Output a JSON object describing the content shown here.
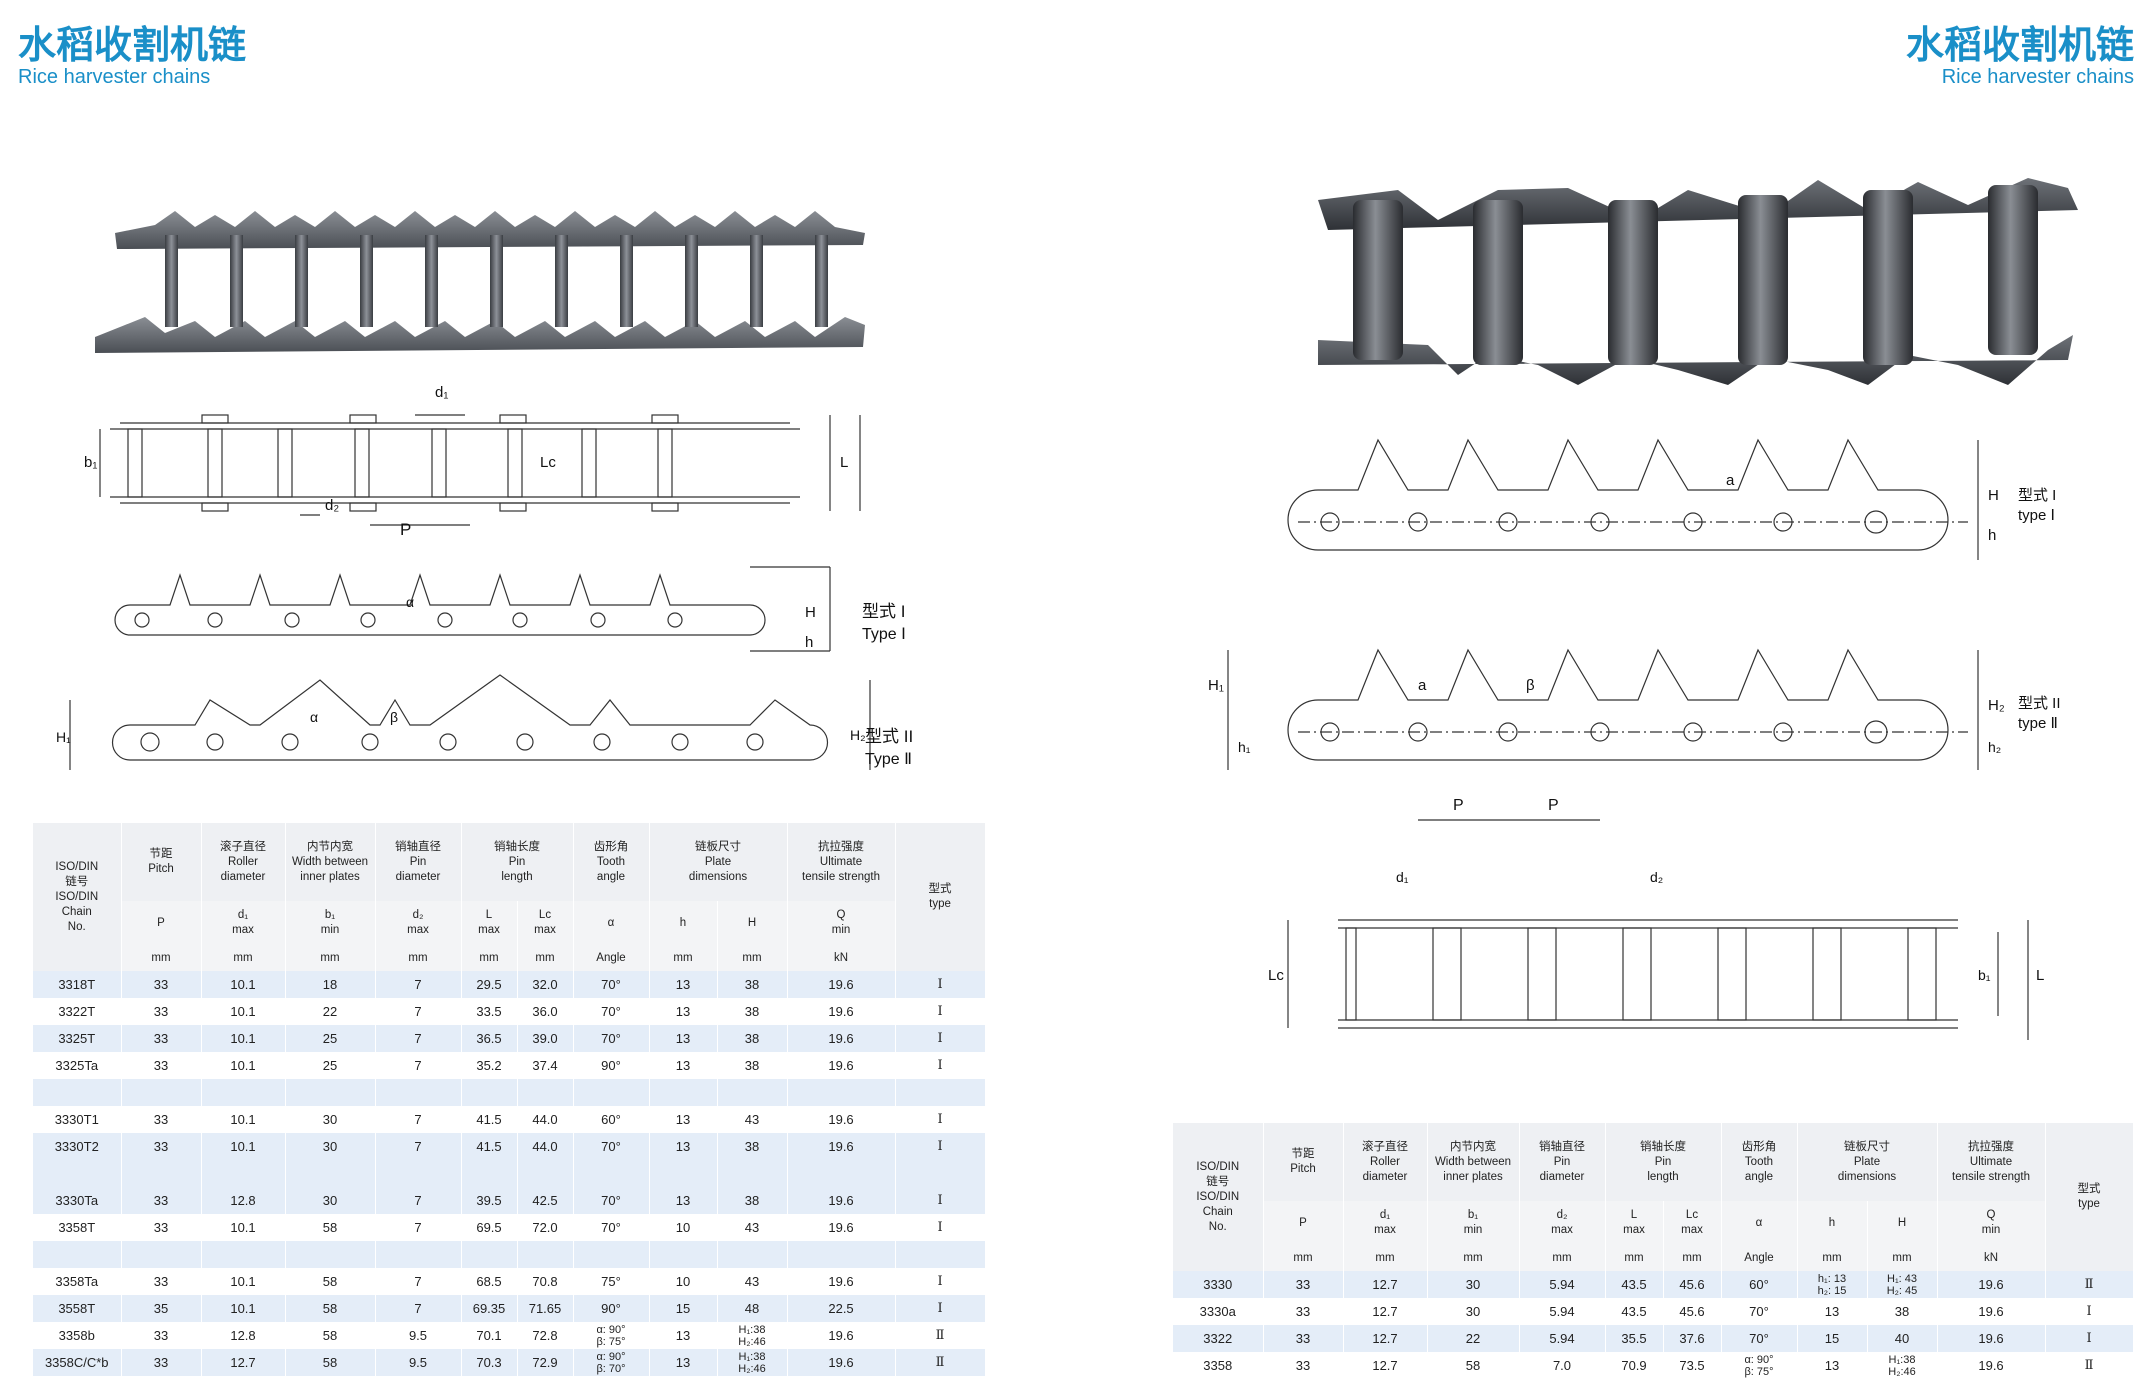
{
  "left": {
    "title_cn": "水稻收割机链",
    "title_en": "Rice harvester chains",
    "diagram_labels": {
      "b1": "b₁",
      "d1": "d₁",
      "d2": "d₂",
      "Lc": "Lc",
      "L": "L",
      "P": "P",
      "alpha": "α",
      "beta": "β",
      "H": "H",
      "h": "h",
      "H1": "H₁",
      "H2": "H₂",
      "type1_cn": "型式 I",
      "type1_en": "Type Ⅰ",
      "type2_cn": "型式 II",
      "type2_en": "Type Ⅱ"
    },
    "table": {
      "headers": {
        "chain_no": [
          "ISO/DIN",
          "链号",
          "ISO/DIN",
          "Chain",
          "No."
        ],
        "pitch": [
          "节距",
          "Pitch"
        ],
        "roller": [
          "滚子直径",
          "Roller",
          "diameter"
        ],
        "width": [
          "内节内宽",
          "Width between",
          "inner plates"
        ],
        "pin_d": [
          "销轴直径",
          "Pin",
          "diameter"
        ],
        "pin_len": [
          "销轴长度",
          "Pin",
          "length"
        ],
        "tooth": [
          "齿形角",
          "Tooth",
          "angle"
        ],
        "plate": [
          "链板尺寸",
          "Plate",
          "dimensions"
        ],
        "strength": [
          "抗拉强度",
          "Ultimate",
          "tensile strength"
        ],
        "type": [
          "型式",
          "type"
        ]
      },
      "symbols": [
        "P",
        "d₁",
        "max",
        "b₁",
        "min",
        "d₂",
        "max",
        "L",
        "max",
        "Lc",
        "max",
        "α",
        "h",
        "H",
        "Q",
        "min"
      ],
      "units": [
        "mm",
        "mm",
        "mm",
        "mm",
        "mm",
        "mm",
        "Angle",
        "mm",
        "mm",
        "kN"
      ],
      "rows": [
        [
          "3318T",
          "33",
          "10.1",
          "18",
          "7",
          "29.5",
          "32.0",
          "70°",
          "13",
          "38",
          "19.6",
          "Ⅰ"
        ],
        [
          "3322T",
          "33",
          "10.1",
          "22",
          "7",
          "33.5",
          "36.0",
          "70°",
          "13",
          "38",
          "19.6",
          "Ⅰ"
        ],
        [
          "3325T",
          "33",
          "10.1",
          "25",
          "7",
          "36.5",
          "39.0",
          "70°",
          "13",
          "38",
          "19.6",
          "Ⅰ"
        ],
        [
          "3325Ta",
          "33",
          "10.1",
          "25",
          "7",
          "35.2",
          "37.4",
          "90°",
          "13",
          "38",
          "19.6",
          "Ⅰ"
        ],
        [
          "",
          "",
          "",
          "",
          "",
          "",
          "",
          "",
          "",
          "",
          "",
          ""
        ],
        [
          "3330T1",
          "33",
          "10.1",
          "30",
          "7",
          "41.5",
          "44.0",
          "60°",
          "13",
          "43",
          "19.6",
          "Ⅰ"
        ],
        [
          "3330T2",
          "33",
          "10.1",
          "30",
          "7",
          "41.5",
          "44.0",
          "70°",
          "13",
          "38",
          "19.6",
          "Ⅰ"
        ],
        [
          "",
          "",
          "",
          "",
          "",
          "",
          "",
          "",
          "",
          "",
          "",
          ""
        ],
        [
          "3330Ta",
          "33",
          "12.8",
          "30",
          "7",
          "39.5",
          "42.5",
          "70°",
          "13",
          "38",
          "19.6",
          "Ⅰ"
        ],
        [
          "3358T",
          "33",
          "10.1",
          "58",
          "7",
          "69.5",
          "72.0",
          "70°",
          "10",
          "43",
          "19.6",
          "Ⅰ"
        ],
        [
          "",
          "",
          "",
          "",
          "",
          "",
          "",
          "",
          "",
          "",
          "",
          ""
        ],
        [
          "3358Ta",
          "33",
          "10.1",
          "58",
          "7",
          "68.5",
          "70.8",
          "75°",
          "10",
          "43",
          "19.6",
          "Ⅰ"
        ],
        [
          "3558T",
          "35",
          "10.1",
          "58",
          "7",
          "69.35",
          "71.65",
          "90°",
          "15",
          "48",
          "22.5",
          "Ⅰ"
        ],
        [
          "3358b",
          "33",
          "12.8",
          "58",
          "9.5",
          "70.1",
          "72.8",
          "α: 90°|β: 75°",
          "13",
          "H₁:38|H₂:46",
          "19.6",
          "Ⅱ"
        ],
        [
          "3358C/C*b",
          "33",
          "12.7",
          "58",
          "9.5",
          "70.3",
          "72.9",
          "α: 90°|β: 70°",
          "13",
          "H₁:38|H₂:46",
          "19.6",
          "Ⅱ"
        ]
      ]
    }
  },
  "right": {
    "title_cn": "水稻收割机链",
    "title_en": "Rice harvester chains",
    "diagram_labels": {
      "a": "a",
      "beta": "β",
      "H": "H",
      "h": "h",
      "H1": "H₁",
      "h1": "h₁",
      "H2": "H₂",
      "h2": "h₂",
      "P": "P",
      "d1": "d₁",
      "d2": "d₂",
      "Lc": "Lc",
      "b1": "b₁",
      "L": "L",
      "type1_cn": "型式 I",
      "type1_en": "type Ⅰ",
      "type2_cn": "型式 II",
      "type2_en": "type Ⅱ"
    },
    "table": {
      "headers": {
        "chain_no": [
          "ISO/DIN",
          "链号",
          "ISO/DIN",
          "Chain",
          "No."
        ],
        "pitch": [
          "节距",
          "Pitch"
        ],
        "roller": [
          "滚子直径",
          "Roller",
          "diameter"
        ],
        "width": [
          "内节内宽",
          "Width between",
          "inner plates"
        ],
        "pin_d": [
          "销轴直径",
          "Pin",
          "diameter"
        ],
        "pin_len": [
          "销轴长度",
          "Pin",
          "length"
        ],
        "tooth": [
          "齿形角",
          "Tooth",
          "angle"
        ],
        "plate": [
          "链板尺寸",
          "Plate",
          "dimensions"
        ],
        "strength": [
          "抗拉强度",
          "Ultimate",
          "tensile strength"
        ],
        "type": [
          "型式",
          "type"
        ]
      },
      "symbols": [
        "P",
        "d₁",
        "max",
        "b₁",
        "min",
        "d₂",
        "max",
        "L",
        "max",
        "Lc",
        "max",
        "α",
        "h",
        "H",
        "Q",
        "min"
      ],
      "units": [
        "mm",
        "mm",
        "mm",
        "mm",
        "mm",
        "mm",
        "Angle",
        "mm",
        "mm",
        "kN"
      ],
      "rows": [
        [
          "3330",
          "33",
          "12.7",
          "30",
          "5.94",
          "43.5",
          "45.6",
          "60°",
          "h₁: 13|h₂: 15",
          "H₁: 43|H₂: 45",
          "19.6",
          "Ⅱ"
        ],
        [
          "3330a",
          "33",
          "12.7",
          "30",
          "5.94",
          "43.5",
          "45.6",
          "70°",
          "13",
          "38",
          "19.6",
          "Ⅰ"
        ],
        [
          "3322",
          "33",
          "12.7",
          "22",
          "5.94",
          "35.5",
          "37.6",
          "70°",
          "15",
          "40",
          "19.6",
          "Ⅰ"
        ],
        [
          "3358",
          "33",
          "12.7",
          "58",
          "7.0",
          "70.9",
          "73.5",
          "α: 90°|β: 75°",
          "13",
          "H₁:38|H₂:46",
          "19.6",
          "Ⅱ"
        ]
      ]
    }
  }
}
